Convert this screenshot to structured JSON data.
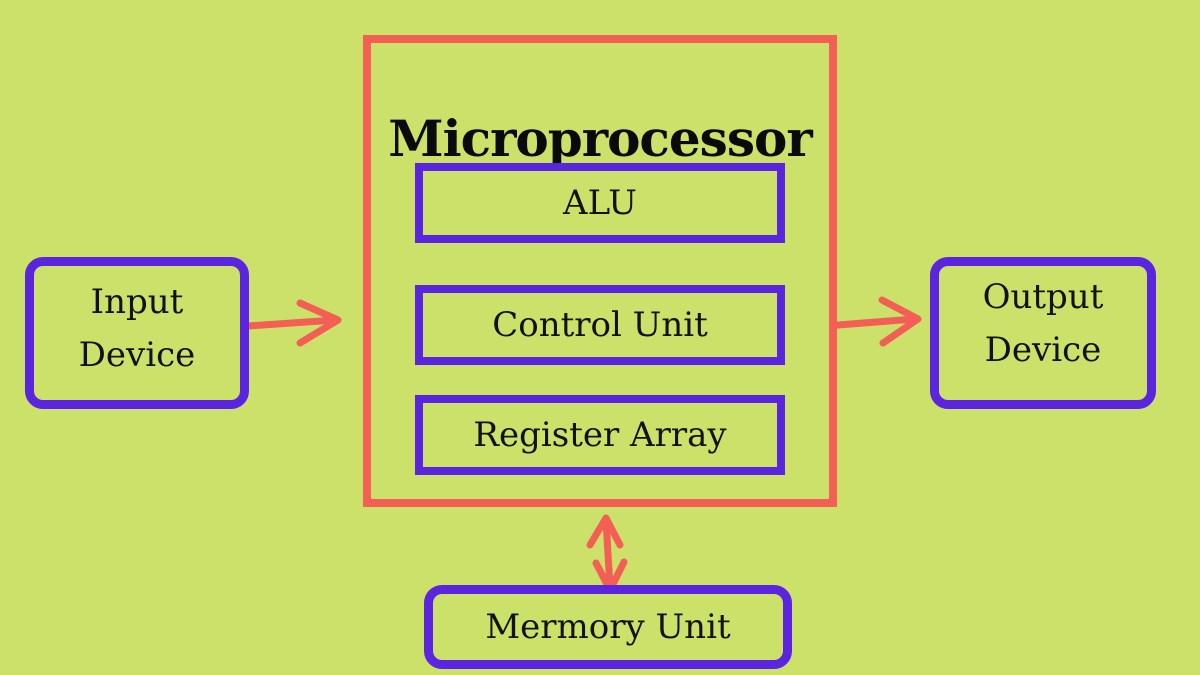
{
  "colors": {
    "background": "#CBE16A",
    "accent_red": "#F45F55",
    "accent_purple": "#5B25E0"
  },
  "microprocessor": {
    "title": "Microprocessor",
    "components": [
      "ALU",
      "Control Unit",
      "Register Array"
    ]
  },
  "input_device": {
    "line1": "Input",
    "line2": "Device"
  },
  "output_device": {
    "line1": "Output",
    "line2": "Device"
  },
  "memory_unit": {
    "label": "Mermory Unit"
  },
  "arrows": [
    {
      "from": "Input Device",
      "to": "Microprocessor",
      "style": "single-headed"
    },
    {
      "from": "Microprocessor",
      "to": "Output Device",
      "style": "single-headed"
    },
    {
      "from": "Microprocessor",
      "to": "Mermory Unit",
      "style": "double-headed"
    }
  ]
}
